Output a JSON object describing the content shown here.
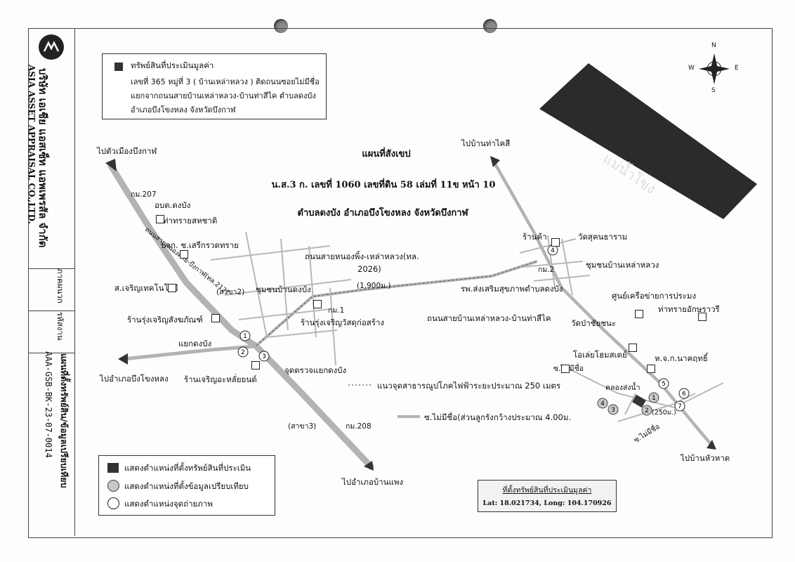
{
  "company": {
    "name_th": "บริษัท เอเชีย แอสเซ็ท แอพเพรสัล จำกัด",
    "name_en": "ASIA ASSET APPRAISAL CO.,LTD."
  },
  "sidebar": {
    "doc_title": "แผนที่ตั้งทรัพย์สิน/ข้อมูลเปรียบเทียบ",
    "appendix_label": "ภาคผนวก",
    "code_label": "รหัสงาน",
    "code_value": "AAA-GSB-BK-23-07-0014"
  },
  "property_info": {
    "heading": "ทรัพย์สินที่ประเมินมูลค่า",
    "line1": "เลขที่ 365 หมู่ที่ 3 ( บ้านเหล่าหลวง )  ติดถนนซอยไม่มีชื่อ",
    "line2": "แยกจากถนนสายบ้านเหล่าหลวง-บ้านท่าสีไค ตำบลดงบัง",
    "line3": "อำเภอบึงโขงหลง  จังหวัดบึงกาฬ"
  },
  "map_title": {
    "line1": "แผนที่สังเขป",
    "line2": "น.ส.3 ก. เลขที่ 1060 เลขที่ดิน 58 เล่มที่ 11ข หน้า 10",
    "line3": "ตำบลดงบัง  อำเภอบึงโขงหลง  จังหวัดบึงกาฬ"
  },
  "compass": {
    "n": "N",
    "s": "S",
    "e": "E",
    "w": "W"
  },
  "river_label": "แม่น้ำโขง",
  "labels": {
    "to_bueng_kan": "ไปตัวเมืองบึงกาฬ",
    "km207": "กม.207",
    "abt": "อบต.ดงบัง",
    "thasai": "ท่าทรายสหชาติ",
    "bjk": "บจก. ช.เสรีกรวดทราย",
    "road_nh": "ถนนสายหนองคาย-บึงกาฬ(ทล.212)",
    "sor_tech": "ส.เจริญเทคโนโลยี",
    "branch2": "(สาขา2)",
    "school_dongbang": "ชุมชนบ้านดงบัง",
    "km1": "กม.1",
    "rungcharoen_sangkhaphan": "ร้านรุ่งเจริญสังฆภัณฑ์",
    "rungcharoen_wassadu": "ร้านรุ่งเจริญวัสดุก่อสร้าง",
    "yaek_dongbang": "แยกดงบัง",
    "to_bueng_khong_long": "ไปอำเภอบึงโขงหลง",
    "charoen_laiyon": "ร้านเจริญอะหลั่ยยนต์",
    "checkpoint": "จุดตรวจแยกดงบัง",
    "branch3": "(สาขา3)",
    "km208": "กม.208",
    "to_ban_phaeng": "ไปอำเภอบ้านแพง",
    "road_nongphing": "ถนนสายหนองพิ้ง-เหล่าหลวง(ทล.",
    "road_nongphing2": "2026)",
    "dist1900": "(1,900ม.)",
    "to_tha_si_khai": "ไปบ้านท่าไคสี",
    "shop": "ร้านค้า",
    "wat_sukhan": "วัดสุคนธาราม",
    "km2": "กม.2",
    "community_laoluang": "ชุมชนบ้านเหล่าหลวง",
    "hospital": "รพ.ส่งเสริมสุขภาพตำบลดงบัง",
    "network_center": "ศูนย์เครือข่ายการประมง",
    "thasai_akson": "ท่าทรายอักษราวรี",
    "road_laoluang": "ถนนสายบ้านเหล่าหลวง-บ้านท่าสีไค",
    "wat_pa": "วัดป่าชัยชนะ",
    "oleh_home": "โอเล่ยโฮมสเตย์",
    "hjk": "ห.จ.ก.นาคฤทธิ์",
    "soi_nameless1": "ซ.ไม่มีชื่อ",
    "canal": "คลองส่งน้ำ",
    "dist250": "(250ม.)",
    "soi_nameless2": "ซ.ไม่มีชื่อ",
    "to_ban_hua_hat": "ไปบ้านหัวหาด"
  },
  "notes": {
    "powerline": "แนวจุดสาธารณูปโภคไฟฟ้าระยะประมาณ 250 เมตร",
    "soi_note": "ซ.ไม่มีชื่อ(ส่วนลูกรังกว้างประมาณ 4.00ม."
  },
  "legend": {
    "item1": "แสดงตำแหน่งที่ตั้งทรัพย์สินที่ประเมิน",
    "item2": "แสดงตำแหน่งที่ตั้งข้อมูลเปรียบเทียบ",
    "item3": "แสดงตำแหน่งจุดถ่ายภาพ"
  },
  "coords": {
    "heading": "ที่ตั้งทรัพย์สินที่ประเมินมูลค่า",
    "value": "Lat: 18.021734, Long: 104.170926"
  },
  "markers": {
    "photo_points": [
      "1",
      "2",
      "3",
      "4",
      "5",
      "6",
      "7"
    ],
    "compare_points": [
      "1",
      "2",
      "3",
      "4"
    ]
  },
  "colors": {
    "road": "#a9a9a9",
    "highway": "#b8b8b8",
    "river": "#2b2b2b",
    "property": "#333333",
    "compare": "#c8c8c8"
  }
}
